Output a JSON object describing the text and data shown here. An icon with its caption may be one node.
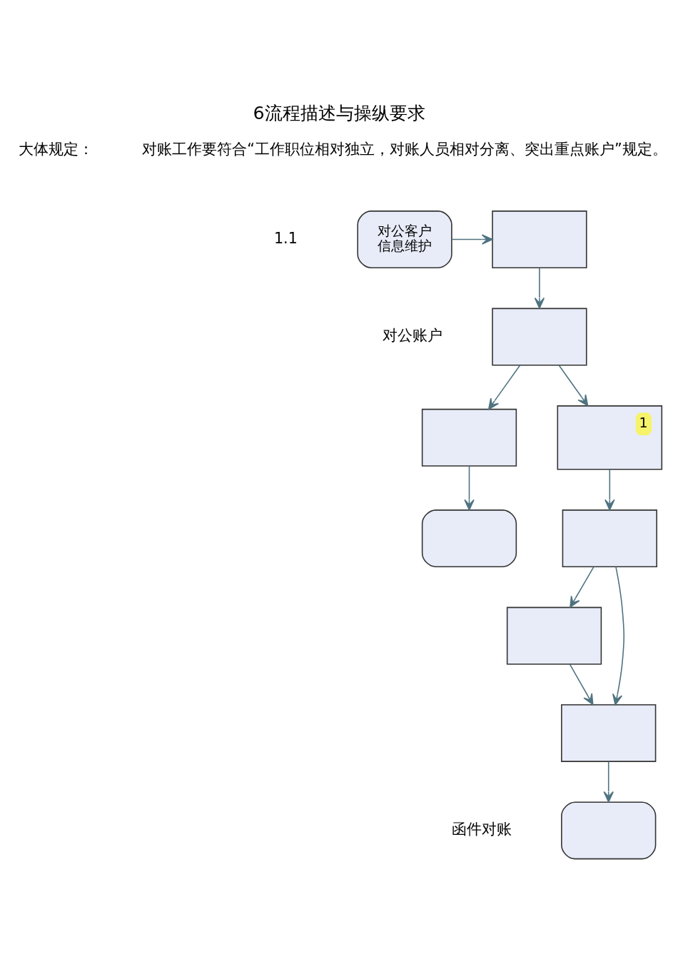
{
  "diagram": {
    "title": "6流程描述与操纵要求",
    "nodes": [
      {
        "text": [
          "对公客户信息维护"
        ]
      },
      {
        "text": [],
        "shape": "box"
      },
      {
        "text": [],
        "shape": "box"
      },
      {
        "text": [],
        "shape": "box"
      },
      {
        "text": [],
        "shape": "box"
      },
      {
        "text": [
          "1"
        ]
      },
      {
        "text": [],
        "shape": "box"
      },
      {
        "text": [],
        "shape": "box"
      },
      {
        "text": [],
        "shape": "box"
      },
      {
        "text": [],
        "shape": "box"
      }
    ],
    "edges": [
      {
        "from": 0,
        "to": 1,
        "arrow": "to"
      },
      {
        "from": 1,
        "to": 2,
        "arrow": "to"
      },
      {
        "from": 2,
        "to": 3,
        "arrow": "to"
      },
      {
        "from": 2,
        "to": 5,
        "arrow": "to"
      },
      {
        "from": 3,
        "to": 4,
        "arrow": "to"
      },
      {
        "from": 5,
        "to": 6,
        "arrow": "to"
      },
      {
        "from": 6,
        "to": 7,
        "arrow": "to"
      },
      {
        "from": 6,
        "to": 8,
        "arrow": "to"
      },
      {
        "from": 7,
        "to": 8,
        "arrow": "to"
      },
      {
        "from": 8,
        "to": 9,
        "arrow": "to"
      }
    ],
    "labels": [
      "大体规定：",
      "对账工作要符合“工作职位相对独立，对账人员相对分离、突出重点账户”规定。",
      "1.1",
      "对公账户",
      "函件对账"
    ]
  }
}
